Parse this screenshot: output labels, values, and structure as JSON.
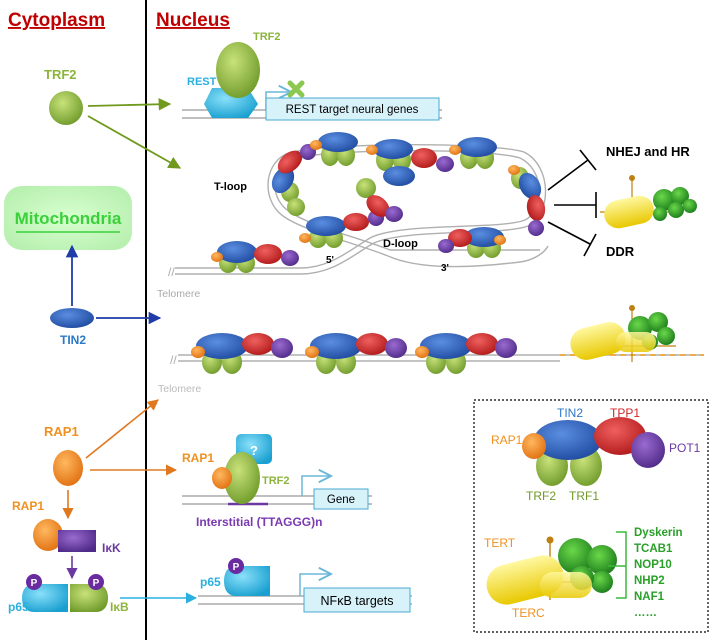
{
  "headers": {
    "cytoplasm": "Cytoplasm",
    "nucleus": "Nucleus"
  },
  "labels": {
    "trf2_cyto": "TRF2",
    "trf2_rest": "TRF2",
    "rest": "REST",
    "rest_target": "REST target neural genes",
    "mitochondria": "Mitochondria",
    "tin2_cyto": "TIN2",
    "t_loop": "T-loop",
    "d_loop": "D-loop",
    "five_prime": "5'",
    "three_prime": "3'",
    "telomere_1": "Telomere",
    "telomere_2": "Telomere",
    "nhej_hr": "NHEJ and HR",
    "ddr": "DDR",
    "rap1_cyto": "RAP1",
    "rap1_interstitial": "RAP1",
    "trf2_interstitial": "TRF2",
    "question": "?",
    "gene": "Gene",
    "interstitial": "Interstitial (TTAGGG)n",
    "rap1_ikk": "RAP1",
    "ikk": "IκK",
    "p65": "p65",
    "ikb": "IκB",
    "p_mark_1": "P",
    "p_mark_2": "P",
    "p_mark_3": "P",
    "p65_nuc": "p65",
    "nfkb_targets": "NFκB targets"
  },
  "legend": {
    "tin2": "TIN2",
    "tpp1": "TPP1",
    "rap1": "RAP1",
    "pot1": "POT1",
    "trf2": "TRF2",
    "trf1": "TRF1",
    "tert": "TERT",
    "terc": "TERC",
    "components": [
      "Dyskerin",
      "TCAB1",
      "NOP10",
      "NHP2",
      "NAF1",
      "……"
    ]
  },
  "colors": {
    "header_red": "#c00000",
    "trf2_green": "#8cb43c",
    "tin2_blue": "#2a5bb0",
    "tpp1_red": "#d02828",
    "pot1_purple": "#6a3aa0",
    "rap1_orange": "#f08a20",
    "rest_cyan": "#3ab8e0",
    "mito_green": "#3ad13a",
    "tert_yellow": "#f0e020",
    "box_cyan": "#d8f2fa",
    "tan": "#e0a020"
  }
}
